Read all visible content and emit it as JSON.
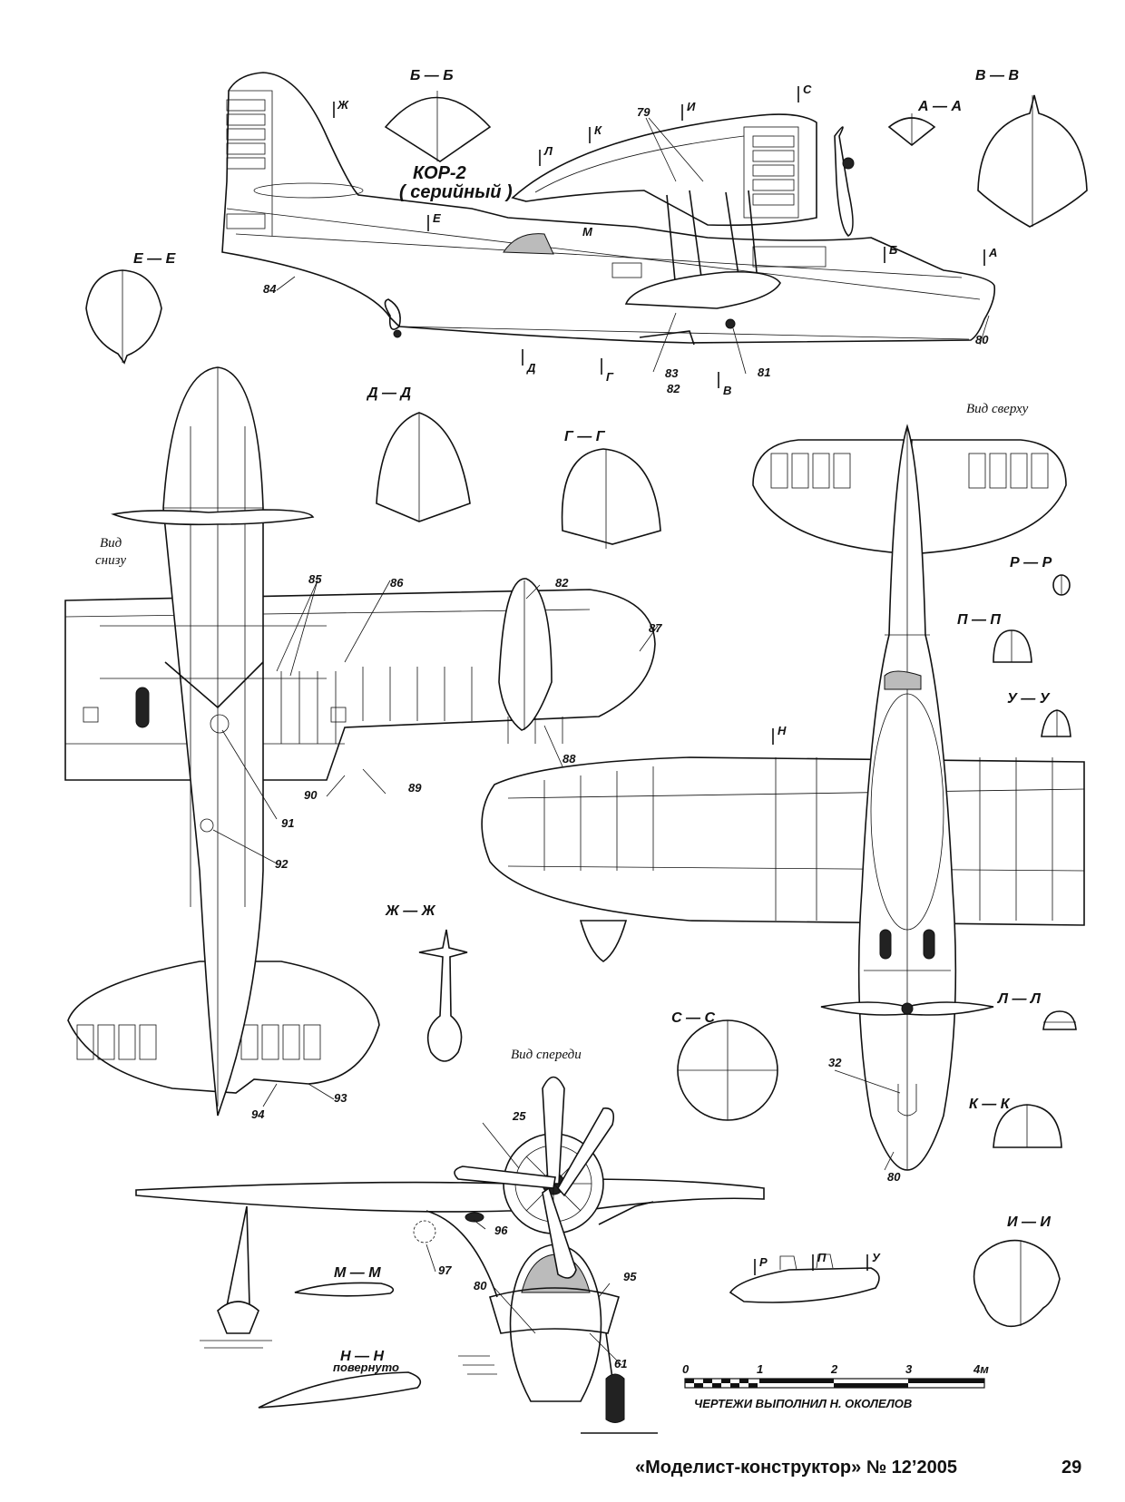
{
  "drawing": {
    "title": "КОР-2",
    "subtitle": "( серийный )",
    "view_labels": {
      "bottom": [
        "Вид",
        "снизу"
      ],
      "top": "Вид сверху",
      "front": "Вид спереди"
    },
    "sections": {
      "b_b": "Б — Б",
      "v_v": "В — В",
      "a_a": "А — А",
      "e_e": "Е — Е",
      "d_d": "Д — Д",
      "g_g": "Г — Г",
      "r_r": "Р — Р",
      "p_p": "П — П",
      "u_u": "У — У",
      "zh_zh": "Ж — Ж",
      "s_s": "С — С",
      "l_l": "Л — Л",
      "k_k": "К — К",
      "i_i": "И — И",
      "m_m": "М — М",
      "n_n": "Н — Н",
      "n_n_note": "повернуто"
    },
    "cut_marks": {
      "zh": "Ж",
      "l": "Л",
      "k": "К",
      "i": "И",
      "s": "С",
      "e": "Е",
      "m": "М",
      "b": "Б",
      "a": "А",
      "d": "Д",
      "g": "Г",
      "v": "В",
      "n": "Н",
      "r": "Р",
      "p": "П",
      "u": "У"
    },
    "callouts": {
      "c79": "79",
      "c84": "84",
      "c83": "83",
      "c82a": "82",
      "c81": "81",
      "c80a": "80",
      "c85": "85",
      "c86": "86",
      "c82b": "82",
      "c87": "87",
      "c88": "88",
      "c89": "89",
      "c90": "90",
      "c91": "91",
      "c92": "92",
      "c93": "93",
      "c94": "94",
      "c32": "32",
      "c80b": "80",
      "c25": "25",
      "c96": "96",
      "c97": "97",
      "c95": "95",
      "c80c": "80",
      "c61": "61"
    },
    "scale": {
      "ticks": [
        "0",
        "1",
        "2",
        "3",
        "4м"
      ],
      "credit": "ЧЕРТЕЖИ ВЫПОЛНИЛ  Н. ОКОЛЕЛОВ"
    }
  },
  "footer": {
    "journal": "«Моделист-конструктор» № 12’2005",
    "page": "29"
  }
}
